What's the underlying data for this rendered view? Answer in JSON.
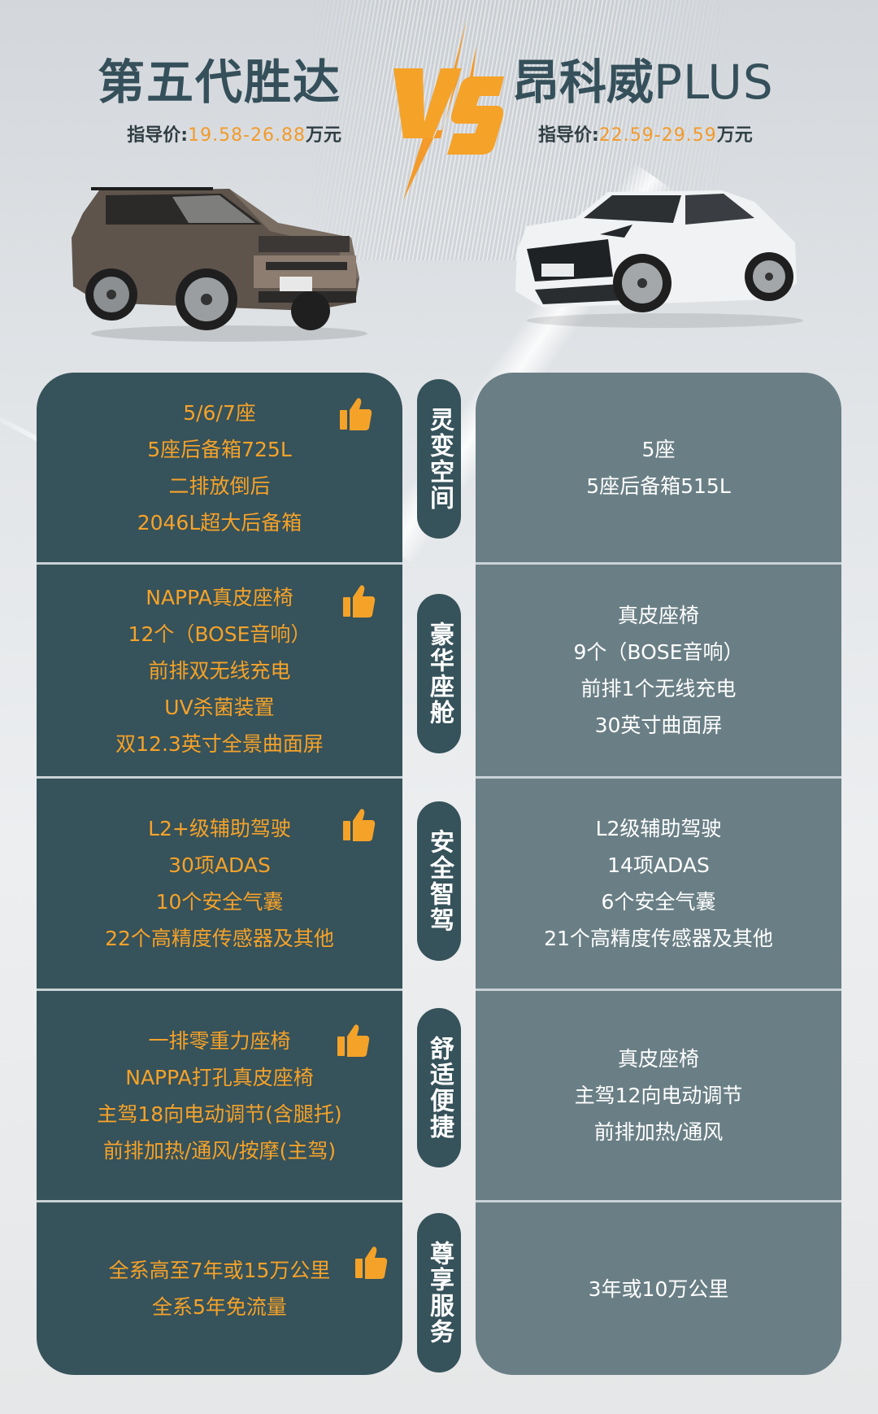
{
  "header": {
    "left": {
      "title": "第五代胜达",
      "price_label": "指导价:",
      "price_range": "19.58-26.88",
      "price_unit": "万元"
    },
    "vs_label": "VS",
    "right": {
      "title_cn": "昂科威",
      "title_latin": "PLUS",
      "price_label": "指导价:",
      "price_range": "22.59-29.59",
      "price_unit": "万元"
    }
  },
  "colors": {
    "accent_orange": "#f5a229",
    "left_panel": "#36525a",
    "right_panel": "#6a7f85",
    "title": "#35505a"
  },
  "categories": [
    {
      "label": "灵变空间",
      "left": [
        "5/6/7座",
        "5座后备箱725L",
        "二排放倒后",
        "2046L超大后备箱"
      ],
      "right": [
        "5座",
        "5座后备箱515L"
      ],
      "winner_icon": "thumbs-up-icon"
    },
    {
      "label": "豪华座舱",
      "left": [
        "NAPPA真皮座椅",
        "12个（BOSE音响）",
        "前排双无线充电",
        "UV杀菌装置",
        "双12.3英寸全景曲面屏"
      ],
      "right": [
        "真皮座椅",
        "9个（BOSE音响）",
        "前排1个无线充电",
        "30英寸曲面屏"
      ],
      "winner_icon": "thumbs-up-icon"
    },
    {
      "label": "安全智驾",
      "left": [
        "L2+级辅助驾驶",
        "30项ADAS",
        "10个安全气囊",
        "22个高精度传感器及其他"
      ],
      "right": [
        "L2级辅助驾驶",
        "14项ADAS",
        "6个安全气囊",
        "21个高精度传感器及其他"
      ],
      "winner_icon": "thumbs-up-icon"
    },
    {
      "label": "舒适便捷",
      "left": [
        "一排零重力座椅",
        "NAPPA打孔真皮座椅",
        "主驾18向电动调节(含腿托)",
        "前排加热/通风/按摩(主驾)"
      ],
      "right": [
        "真皮座椅",
        "主驾12向电动调节",
        "前排加热/通风"
      ],
      "winner_icon": "thumbs-up-icon"
    },
    {
      "label": "尊享服务",
      "left": [
        "全系高至7年或15万公里",
        "全系5年免流量"
      ],
      "right": [
        "3年或10万公里"
      ],
      "winner_icon": "thumbs-up-icon"
    }
  ]
}
